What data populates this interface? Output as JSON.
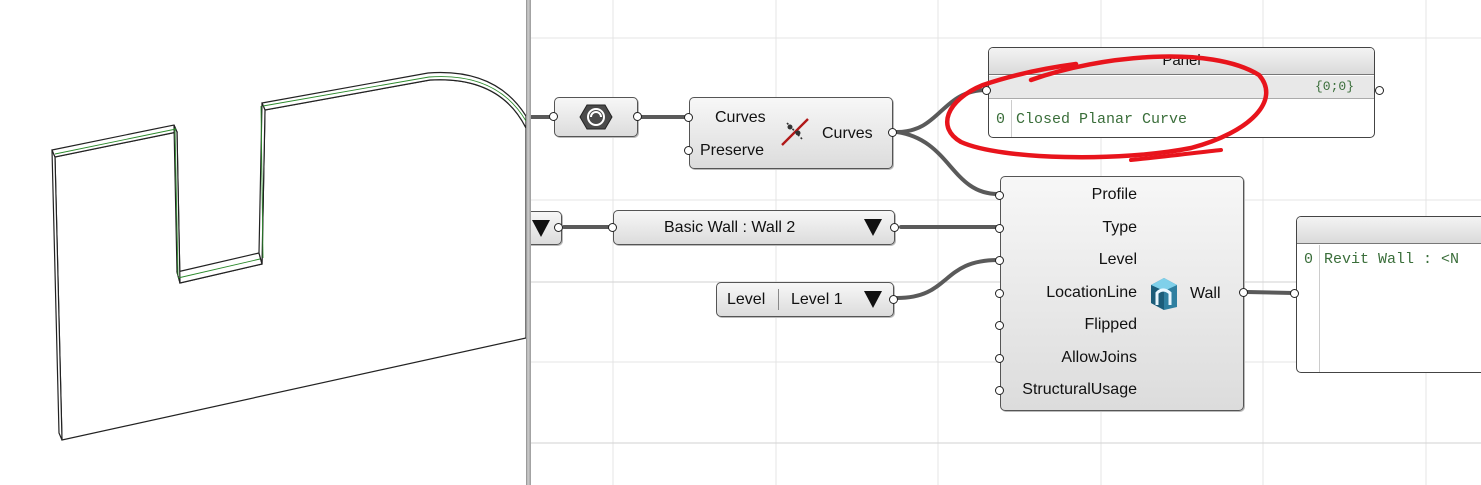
{
  "components": {
    "curves": {
      "input_curves": "Curves",
      "input_preserve": "Preserve",
      "output_curves": "Curves"
    },
    "panel": {
      "title": "Panel",
      "path": "{0;0}",
      "index": "0",
      "value": "Closed Planar Curve"
    },
    "wall_type": {
      "value": "Basic Wall : Wall 2"
    },
    "level": {
      "label": "Level",
      "value": "Level 1"
    },
    "wall": {
      "inputs": [
        "Profile",
        "Type",
        "Level",
        "LocationLine",
        "Flipped",
        "AllowJoins",
        "StructuralUsage"
      ],
      "output": "Wall"
    },
    "panel2": {
      "index": "0",
      "value": "Revit Wall : <N"
    }
  },
  "colors": {
    "annotation": "#e8141c",
    "panel_text": "#3a6e3a",
    "wire": "#5a5a5a",
    "wall_edge_accent": "#2c8a2c",
    "grid": "#e4e4e4"
  },
  "icons": [
    "explode-icon",
    "curve-filter-icon",
    "revit-wall-icon",
    "dropdown-arrow-icon"
  ]
}
